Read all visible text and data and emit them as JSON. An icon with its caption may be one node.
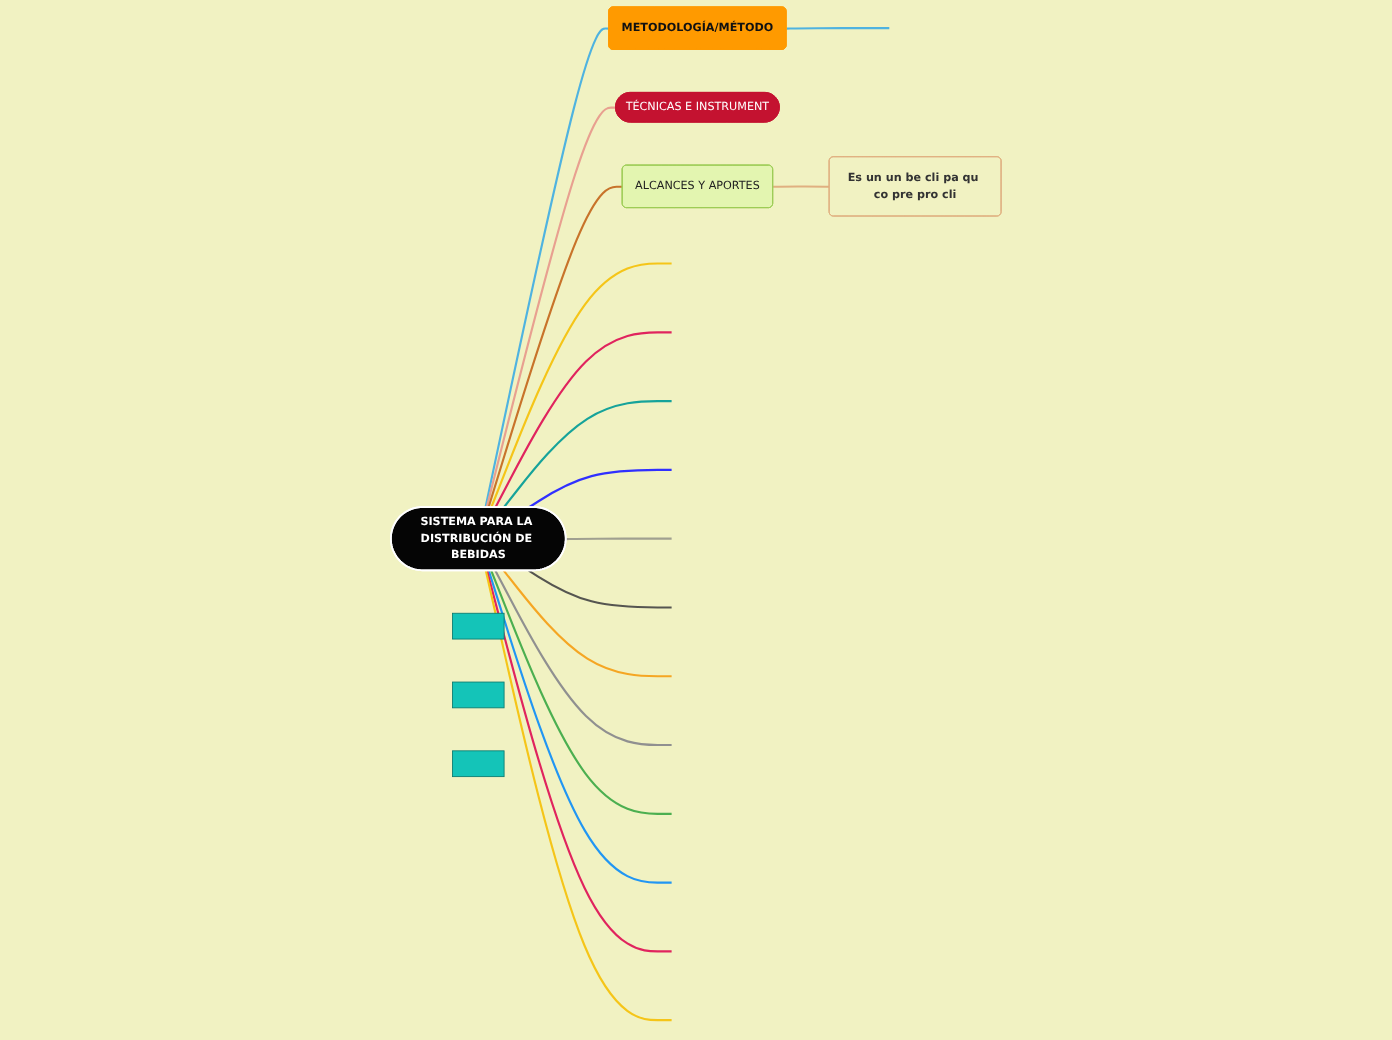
{
  "diagram": {
    "nodes": [
      {
        "text": [
          "SISTEMA PARA LA DISTRIBUCIÓN DE BEBIDAS"
        ]
      },
      {
        "text": [
          "METODOLOGÍA/MÉTODO"
        ]
      },
      {
        "text": [
          "TÉCNICAS E INSTRUMENT"
        ]
      },
      {
        "text": [
          "ALCANCES Y APORTES"
        ]
      },
      {
        "text": [
          "Es un un be cli pa qu co pre pro cli"
        ]
      },
      {
        "text": [],
        "shape": "box"
      },
      {
        "text": [],
        "shape": "box"
      },
      {
        "text": [],
        "shape": "box"
      }
    ],
    "edges": [
      {
        "from": 0,
        "to": 1,
        "arrow": "none",
        "color": "#4fb3e0"
      },
      {
        "from": 1,
        "to": null,
        "arrow": "none",
        "color": "#4fb3e0"
      },
      {
        "from": 0,
        "to": 2,
        "arrow": "none",
        "color": "#e8a090"
      },
      {
        "from": 0,
        "to": 3,
        "arrow": "none",
        "color": "#c8732a"
      },
      {
        "from": 3,
        "to": 4,
        "arrow": "none",
        "color": "#e0b080"
      },
      {
        "from": 0,
        "to": null,
        "arrow": "none",
        "color": "#f5c518"
      },
      {
        "from": 0,
        "to": null,
        "arrow": "none",
        "color": "#e0245e"
      },
      {
        "from": 0,
        "to": null,
        "arrow": "none",
        "color": "#16a39a"
      },
      {
        "from": 0,
        "to": null,
        "arrow": "none",
        "color": "#3030ff"
      },
      {
        "from": 0,
        "to": null,
        "arrow": "none",
        "color": "#a0a090"
      },
      {
        "from": 0,
        "to": null,
        "arrow": "none",
        "color": "#555550"
      },
      {
        "from": 0,
        "to": null,
        "arrow": "none",
        "color": "#f5a623"
      },
      {
        "from": 0,
        "to": null,
        "arrow": "none",
        "color": "#909090"
      },
      {
        "from": 0,
        "to": null,
        "arrow": "none",
        "color": "#4caf50"
      },
      {
        "from": 0,
        "to": null,
        "arrow": "none",
        "color": "#2196f3"
      },
      {
        "from": 0,
        "to": null,
        "arrow": "none",
        "color": "#e0245e"
      },
      {
        "from": 0,
        "to": null,
        "arrow": "none",
        "color": "#f5c518"
      }
    ]
  }
}
